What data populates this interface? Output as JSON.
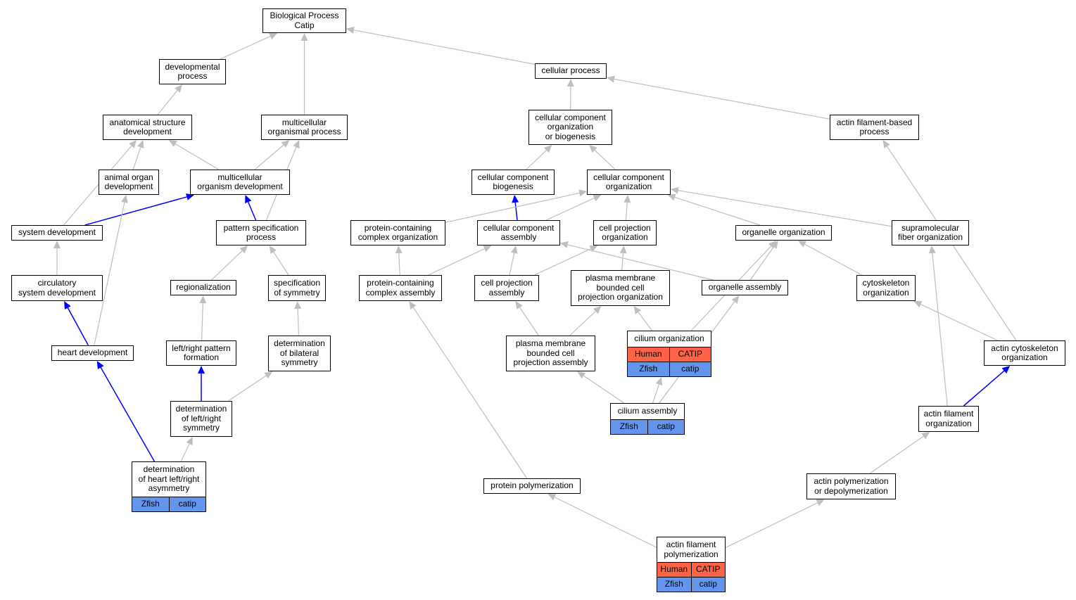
{
  "colors": {
    "edge_default": "#bebebe",
    "edge_highlight": "#0000ff",
    "human_cell": "#ff6347",
    "zfish_cell": "#6495ed"
  },
  "nodes": [
    {
      "id": "bp",
      "lines": [
        "Biological Process",
        "Catip"
      ]
    },
    {
      "id": "dev_proc",
      "lines": [
        "developmental",
        "process"
      ]
    },
    {
      "id": "cell_proc",
      "lines": [
        "cellular process"
      ]
    },
    {
      "id": "anat_dev",
      "lines": [
        "anatomical structure",
        "development"
      ]
    },
    {
      "id": "multi_proc",
      "lines": [
        "multicellular",
        "organismal process"
      ]
    },
    {
      "id": "ccob",
      "lines": [
        "cellular component",
        "organization",
        "or biogenesis"
      ]
    },
    {
      "id": "afbp",
      "lines": [
        "actin filament-based",
        "process"
      ]
    },
    {
      "id": "animal_organ",
      "lines": [
        "animal organ",
        "development"
      ]
    },
    {
      "id": "multi_dev",
      "lines": [
        "multicellular",
        "organism development"
      ]
    },
    {
      "id": "cc_bio",
      "lines": [
        "cellular component",
        "biogenesis"
      ]
    },
    {
      "id": "cc_org",
      "lines": [
        "cellular component",
        "organization"
      ]
    },
    {
      "id": "sys_dev",
      "lines": [
        "system development"
      ]
    },
    {
      "id": "pattern",
      "lines": [
        "pattern specification",
        "process"
      ]
    },
    {
      "id": "pcco",
      "lines": [
        "protein-containing",
        "complex organization"
      ]
    },
    {
      "id": "cca",
      "lines": [
        "cellular component",
        "assembly"
      ]
    },
    {
      "id": "cpo",
      "lines": [
        "cell projection",
        "organization"
      ]
    },
    {
      "id": "organelle_org",
      "lines": [
        "organelle organization"
      ]
    },
    {
      "id": "supra",
      "lines": [
        "supramolecular",
        "fiber organization"
      ]
    },
    {
      "id": "circ",
      "lines": [
        "circulatory",
        "system development"
      ]
    },
    {
      "id": "region",
      "lines": [
        "regionalization"
      ]
    },
    {
      "id": "spec_sym",
      "lines": [
        "specification",
        "of symmetry"
      ]
    },
    {
      "id": "pcca",
      "lines": [
        "protein-containing",
        "complex assembly"
      ]
    },
    {
      "id": "cpa",
      "lines": [
        "cell projection",
        "assembly"
      ]
    },
    {
      "id": "pmbcpo",
      "lines": [
        "plasma membrane",
        "bounded cell",
        "projection organization"
      ]
    },
    {
      "id": "organelle_asm",
      "lines": [
        "organelle assembly"
      ]
    },
    {
      "id": "cyto_org",
      "lines": [
        "cytoskeleton",
        "organization"
      ]
    },
    {
      "id": "heart_dev",
      "lines": [
        "heart development"
      ]
    },
    {
      "id": "lr_pattern",
      "lines": [
        "left/right pattern",
        "formation"
      ]
    },
    {
      "id": "bilat",
      "lines": [
        "determination",
        "of bilateral",
        "symmetry"
      ]
    },
    {
      "id": "cilium_org",
      "lines": [
        "cilium organization"
      ],
      "cells": [
        [
          "Human",
          "CATIP"
        ],
        [
          "Zfish",
          "catip"
        ]
      ]
    },
    {
      "id": "pmbcpa",
      "lines": [
        "plasma membrane",
        "bounded cell",
        "projection assembly"
      ]
    },
    {
      "id": "actin_cyto",
      "lines": [
        "actin cytoskeleton",
        "organization"
      ]
    },
    {
      "id": "lr_sym",
      "lines": [
        "determination",
        "of left/right",
        "symmetry"
      ]
    },
    {
      "id": "cilium_asm",
      "lines": [
        "cilium assembly"
      ],
      "cells": [
        [
          "Zfish",
          "catip"
        ]
      ]
    },
    {
      "id": "af_org",
      "lines": [
        "actin filament",
        "organization"
      ]
    },
    {
      "id": "heart_lr",
      "lines": [
        "determination",
        "of heart left/right",
        "asymmetry"
      ],
      "cells": [
        [
          "Zfish",
          "catip"
        ]
      ]
    },
    {
      "id": "prot_poly",
      "lines": [
        "protein polymerization"
      ]
    },
    {
      "id": "actin_poly",
      "lines": [
        "actin polymerization",
        "or depolymerization"
      ]
    },
    {
      "id": "af_poly",
      "lines": [
        "actin filament",
        "polymerization"
      ],
      "cells": [
        [
          "Human",
          "CATIP"
        ],
        [
          "Zfish",
          "catip"
        ]
      ]
    }
  ],
  "edges": [
    {
      "from": "dev_proc",
      "to": "bp"
    },
    {
      "from": "multi_proc",
      "to": "bp"
    },
    {
      "from": "cell_proc",
      "to": "bp"
    },
    {
      "from": "anat_dev",
      "to": "dev_proc"
    },
    {
      "from": "ccob",
      "to": "cell_proc"
    },
    {
      "from": "afbp",
      "to": "cell_proc"
    },
    {
      "from": "animal_organ",
      "to": "anat_dev"
    },
    {
      "from": "multi_dev",
      "to": "anat_dev"
    },
    {
      "from": "sys_dev",
      "to": "anat_dev"
    },
    {
      "from": "multi_dev",
      "to": "multi_proc"
    },
    {
      "from": "pattern",
      "to": "multi_proc"
    },
    {
      "from": "cc_bio",
      "to": "ccob"
    },
    {
      "from": "cc_org",
      "to": "ccob"
    },
    {
      "from": "sys_dev",
      "to": "multi_dev",
      "highlight": true
    },
    {
      "from": "pattern",
      "to": "multi_dev",
      "highlight": true
    },
    {
      "from": "cca",
      "to": "cc_bio",
      "highlight": true
    },
    {
      "from": "pcco",
      "to": "cc_org"
    },
    {
      "from": "cca",
      "to": "cc_org"
    },
    {
      "from": "cpo",
      "to": "cc_org"
    },
    {
      "from": "organelle_org",
      "to": "cc_org"
    },
    {
      "from": "supra",
      "to": "cc_org"
    },
    {
      "from": "circ",
      "to": "sys_dev"
    },
    {
      "from": "region",
      "to": "pattern"
    },
    {
      "from": "spec_sym",
      "to": "pattern"
    },
    {
      "from": "pcca",
      "to": "pcco"
    },
    {
      "from": "pcca",
      "to": "cca"
    },
    {
      "from": "cpa",
      "to": "cca"
    },
    {
      "from": "organelle_asm",
      "to": "cca"
    },
    {
      "from": "cpa",
      "to": "cpo"
    },
    {
      "from": "pmbcpo",
      "to": "cpo"
    },
    {
      "from": "organelle_asm",
      "to": "organelle_org"
    },
    {
      "from": "cyto_org",
      "to": "organelle_org"
    },
    {
      "from": "cilium_org",
      "to": "organelle_org"
    },
    {
      "from": "heart_dev",
      "to": "circ",
      "highlight": true
    },
    {
      "from": "heart_dev",
      "to": "animal_organ"
    },
    {
      "from": "lr_pattern",
      "to": "region"
    },
    {
      "from": "bilat",
      "to": "spec_sym"
    },
    {
      "from": "pmbcpa",
      "to": "cpa"
    },
    {
      "from": "pmbcpa",
      "to": "pmbcpo"
    },
    {
      "from": "cilium_org",
      "to": "pmbcpo"
    },
    {
      "from": "cilium_asm",
      "to": "organelle_asm"
    },
    {
      "from": "actin_cyto",
      "to": "cyto_org"
    },
    {
      "from": "actin_cyto",
      "to": "afbp"
    },
    {
      "from": "lr_sym",
      "to": "lr_pattern",
      "highlight": true
    },
    {
      "from": "lr_sym",
      "to": "bilat"
    },
    {
      "from": "cilium_asm",
      "to": "cilium_org"
    },
    {
      "from": "cilium_asm",
      "to": "pmbcpa"
    },
    {
      "from": "af_org",
      "to": "actin_cyto",
      "highlight": true
    },
    {
      "from": "af_org",
      "to": "supra"
    },
    {
      "from": "heart_lr",
      "to": "lr_sym"
    },
    {
      "from": "heart_lr",
      "to": "heart_dev",
      "highlight": true
    },
    {
      "from": "prot_poly",
      "to": "pcca"
    },
    {
      "from": "actin_poly",
      "to": "af_org"
    },
    {
      "from": "af_poly",
      "to": "prot_poly"
    },
    {
      "from": "af_poly",
      "to": "actin_poly"
    }
  ]
}
